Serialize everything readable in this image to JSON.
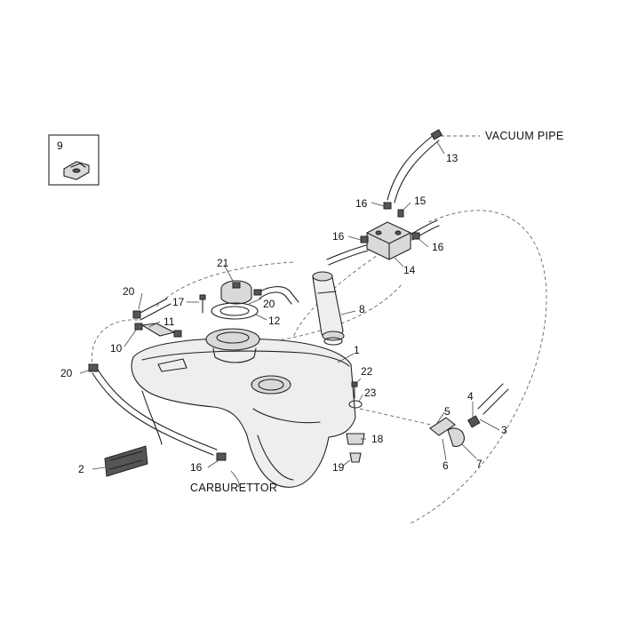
{
  "inset": {
    "number": "9"
  },
  "captions": {
    "vacuum_pipe": "VACUUM PIPE",
    "carburettor": "CARBURETTOR"
  },
  "callouts": {
    "c1": "1",
    "c2": "2",
    "c3": "3",
    "c4": "4",
    "c5": "5",
    "c6": "6",
    "c7": "7",
    "c8": "8",
    "c10": "10",
    "c11": "11",
    "c12": "12",
    "c13": "13",
    "c14": "14",
    "c15": "15",
    "c16a": "16",
    "c16b": "16",
    "c16c": "16",
    "c16d": "16",
    "c17": "17",
    "c18": "18",
    "c19": "19",
    "c20a": "20",
    "c20b": "20",
    "c20c": "20",
    "c21": "21",
    "c22": "22",
    "c23": "23"
  },
  "colors": {
    "line": "#222222",
    "fill": "#d9d9d9",
    "background": "#ffffff"
  }
}
